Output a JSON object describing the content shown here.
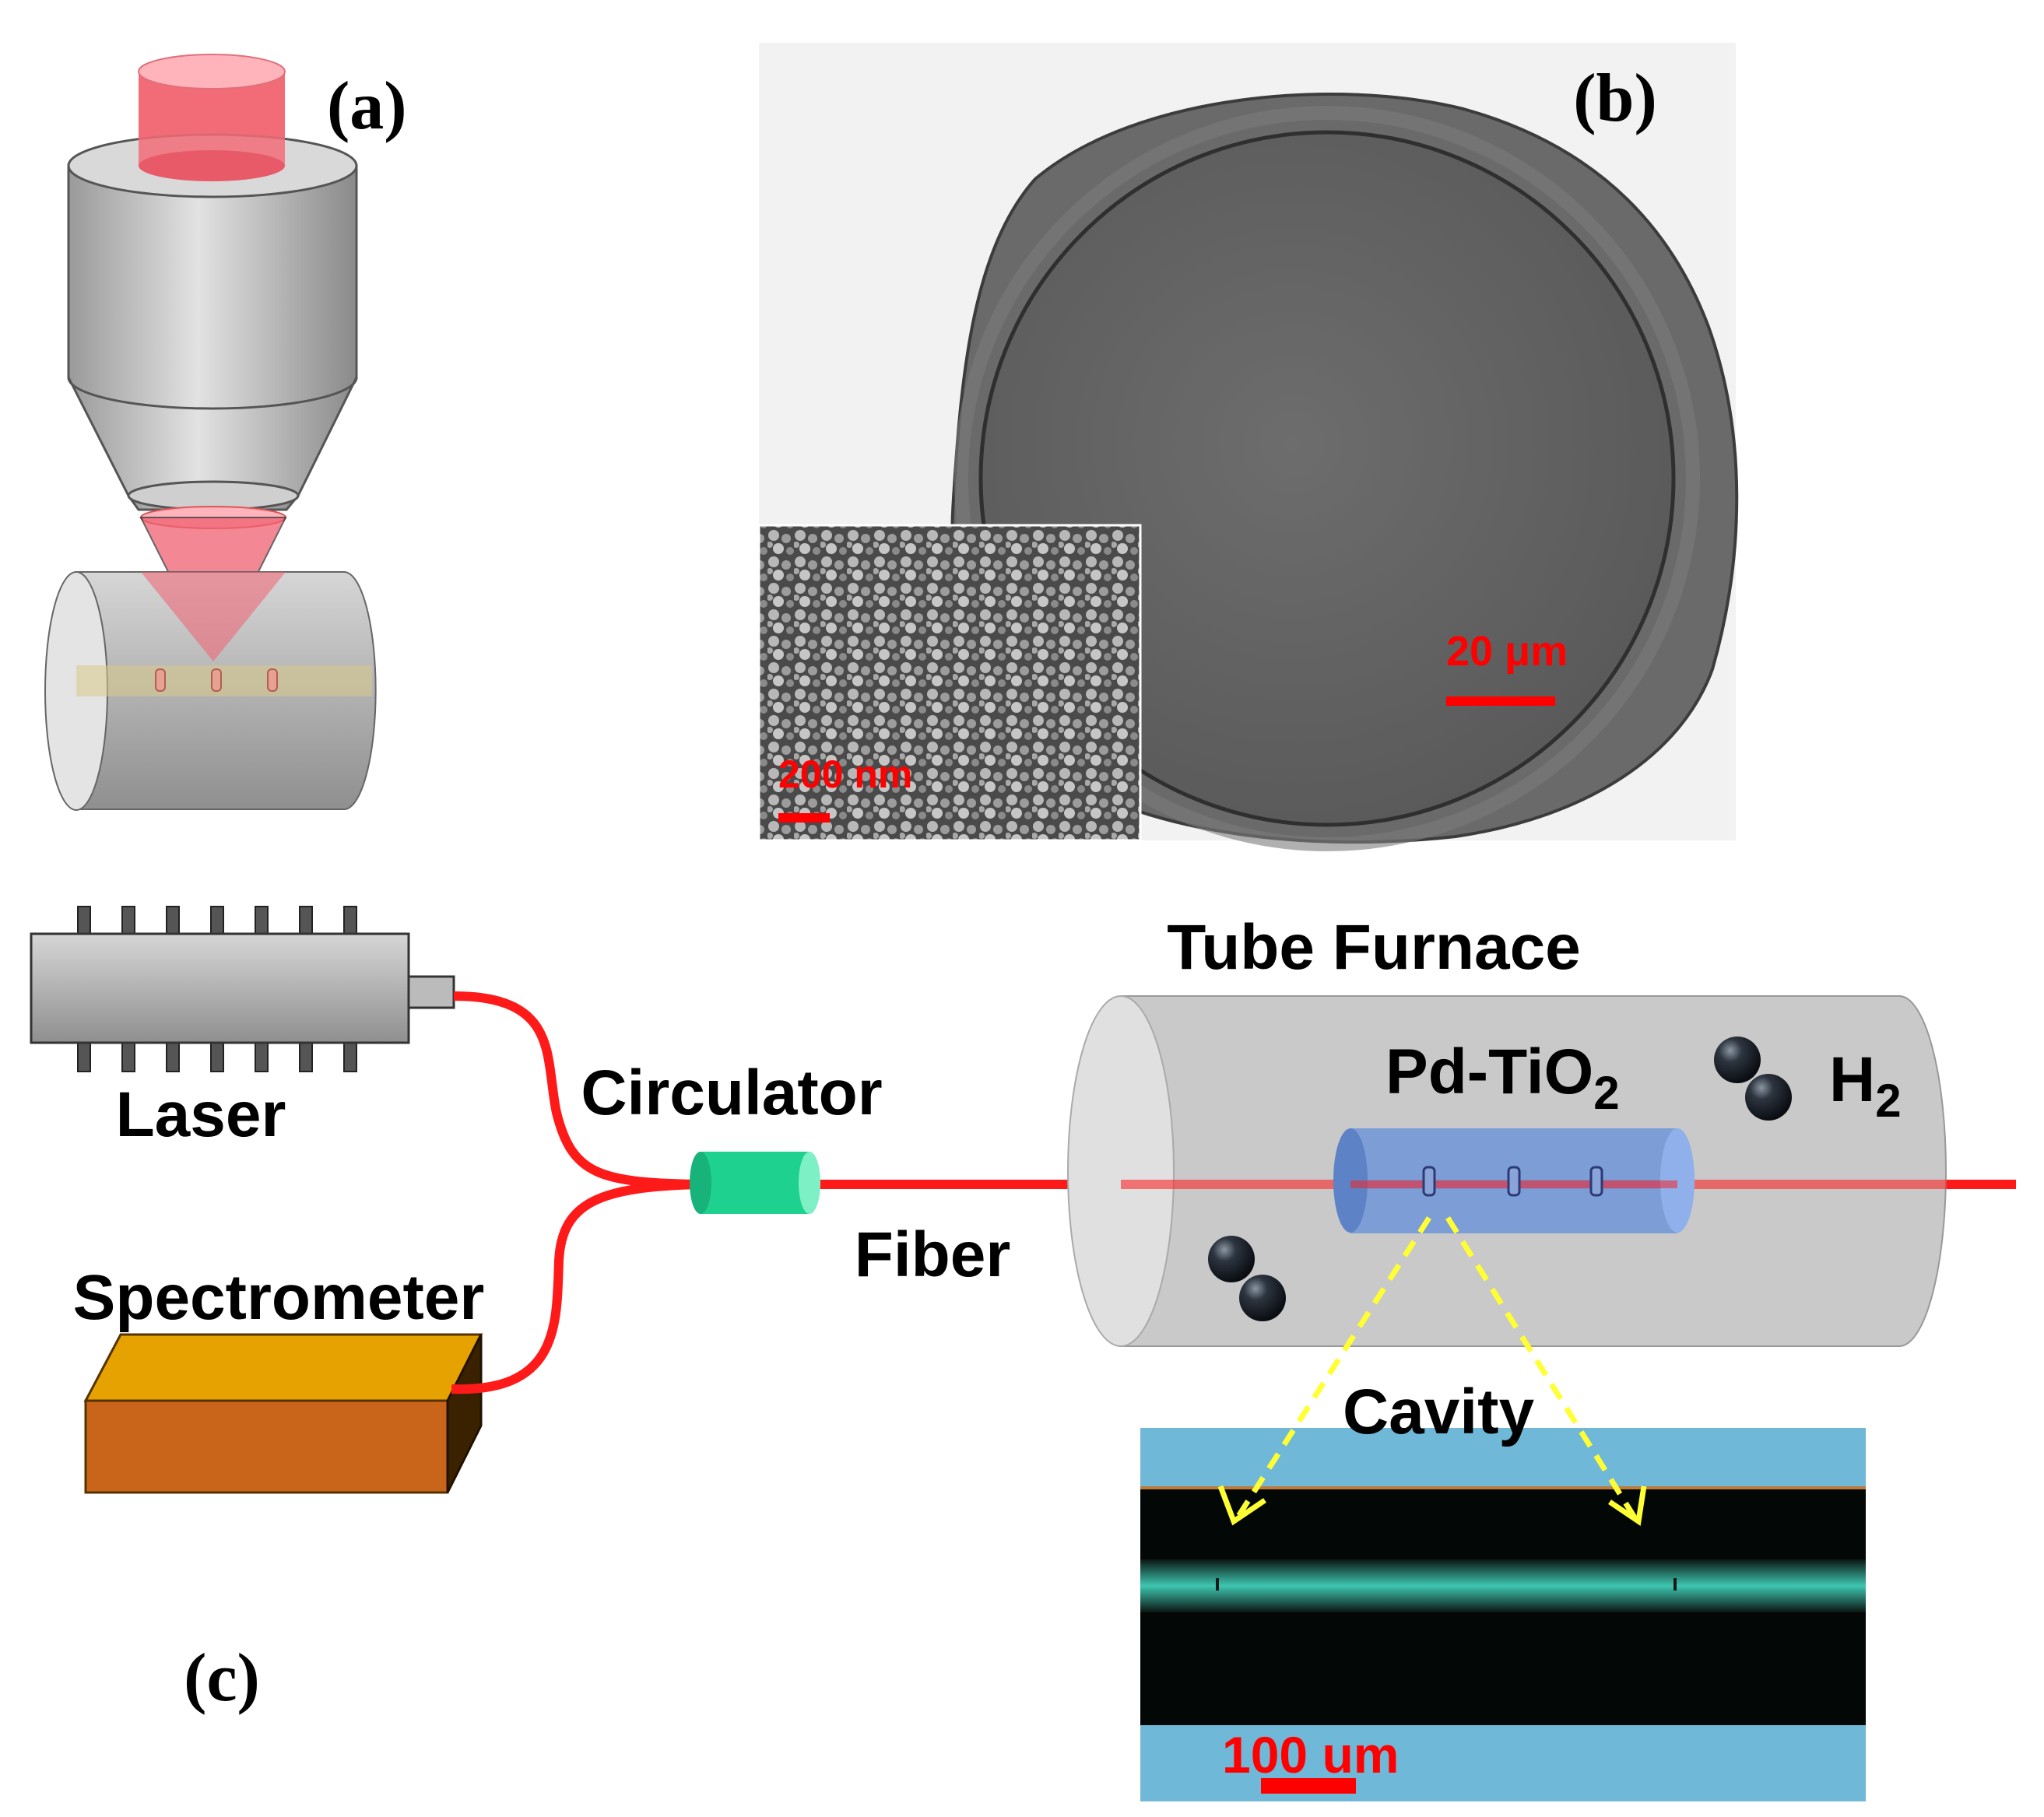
{
  "panels": {
    "a": "(a)",
    "b": "(b)",
    "c": "(c)"
  },
  "sem": {
    "main_scale": "20 μm",
    "inset_scale": "200 nm"
  },
  "setup": {
    "tube_furnace": "Tube Furnace",
    "laser": "Laser",
    "circulator": "Circulator",
    "spectrometer": "Spectrometer",
    "fiber": "Fiber",
    "pd_tio2_main": "Pd-TiO",
    "pd_tio2_sub": "2",
    "h2_main": "H",
    "h2_sub": "2",
    "cavity": "Cavity"
  },
  "micrograph": {
    "scale": "100 um"
  },
  "colors": {
    "fiber": "#ff1a1a",
    "scale_bar": "#ff0000",
    "circulator": "#1fd18f",
    "spectrometer_top": "#e6a200",
    "spectrometer_front": "#c9651a",
    "cavity_arrow": "#ffff33",
    "micrograph_blue": "#6fb8d8",
    "laser_pulse": "#f06070"
  }
}
